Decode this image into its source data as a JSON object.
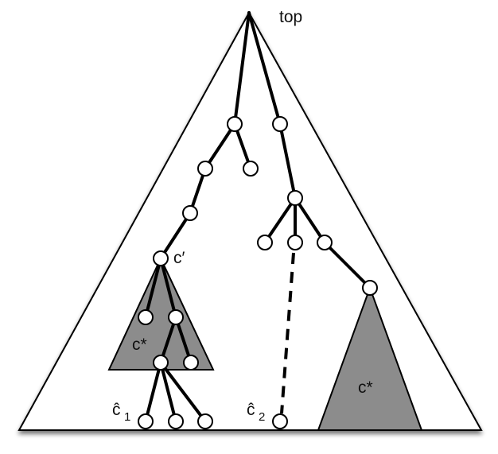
{
  "labels": {
    "top": "top",
    "c_prime": "c′",
    "c_star_left": "c*",
    "c_star_right": "c*",
    "c_hat_1": "ĉ",
    "c_hat_1_sub": "1",
    "c_hat_2": "ĉ",
    "c_hat_2_sub": "2"
  },
  "colors": {
    "outline": "#000000",
    "subtree_fill": "#8c8c8c",
    "node_fill": "#ffffff",
    "background": "#ffffff"
  }
}
